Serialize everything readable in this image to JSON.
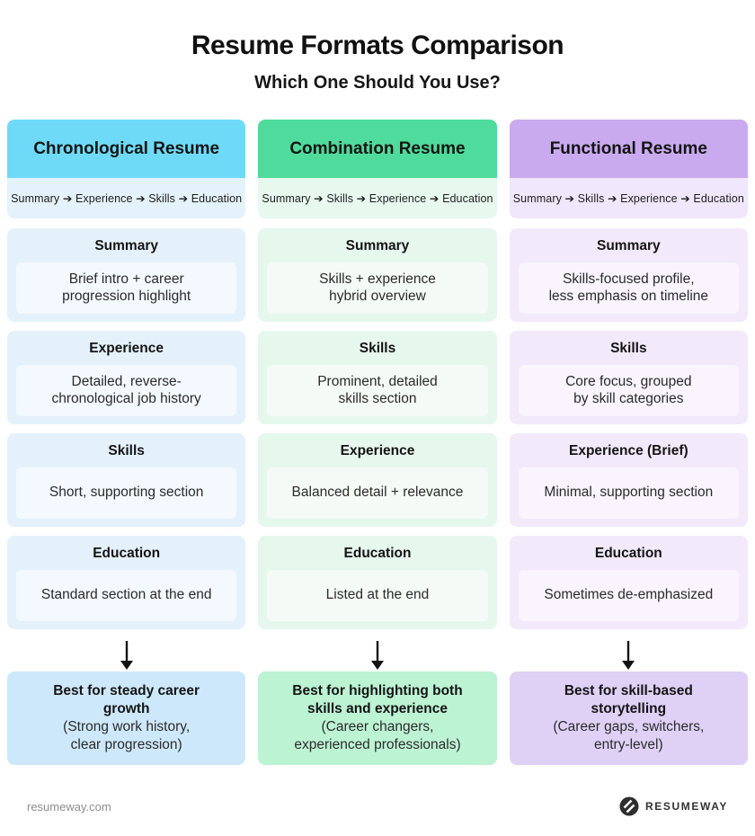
{
  "title": "Resume Formats Comparison",
  "subtitle": "Which One Should You Use?",
  "columns": [
    {
      "header": "Chronological Resume",
      "flow": "Summary ➔ Experience ➔ Skills ➔ Education",
      "colors": {
        "header": "#6FDAF8",
        "flow_bg": "#E4F2FB",
        "card_bg": "#E4F1FB",
        "card_inner": "#F3F9FE",
        "best_bg": "#CDE8FA"
      },
      "cards": [
        {
          "heading": "Summary",
          "body": "Brief intro + career\nprogression highlight"
        },
        {
          "heading": "Experience",
          "body": "Detailed, reverse-\nchronological job history"
        },
        {
          "heading": "Skills",
          "body": "Short, supporting section"
        },
        {
          "heading": "Education",
          "body": "Standard section at the end"
        }
      ],
      "best": {
        "title": "Best for steady career\ngrowth",
        "note": "(Strong work history,\nclear progression)"
      }
    },
    {
      "header": "Combination Resume",
      "flow": "Summary ➔ Skills ➔ Experience ➔ Education",
      "colors": {
        "header": "#4FDB9C",
        "flow_bg": "#E7F9EF",
        "card_bg": "#E6F7EE",
        "card_inner": "#F4FBF7",
        "best_bg": "#BCF3D3"
      },
      "cards": [
        {
          "heading": "Summary",
          "body": "Skills + experience\nhybrid overview"
        },
        {
          "heading": "Skills",
          "body": "Prominent, detailed\nskills section"
        },
        {
          "heading": "Experience",
          "body": "Balanced detail + relevance"
        },
        {
          "heading": "Education",
          "body": "Listed at the end"
        }
      ],
      "best": {
        "title": "Best for highlighting both\nskills and experience",
        "note": "(Career changers,\nexperienced professionals)"
      }
    },
    {
      "header": "Functional Resume",
      "flow": "Summary ➔ Skills ➔ Experience ➔ Education",
      "colors": {
        "header": "#C9AAEF",
        "flow_bg": "#F1E7FC",
        "card_bg": "#F2E9FB",
        "card_inner": "#F9F4FD",
        "best_bg": "#DFD0F6"
      },
      "cards": [
        {
          "heading": "Summary",
          "body": "Skills-focused profile,\nless emphasis on timeline"
        },
        {
          "heading": "Skills",
          "body": "Core focus, grouped\nby skill categories"
        },
        {
          "heading": "Experience (Brief)",
          "body": "Minimal, supporting section"
        },
        {
          "heading": "Education",
          "body": "Sometimes de-emphasized"
        }
      ],
      "best": {
        "title": "Best for skill-based\nstorytelling",
        "note": "(Career gaps, switchers,\nentry-level)"
      }
    }
  ],
  "footer": {
    "site": "resumeway.com",
    "brand": "RESUMEWAY"
  }
}
